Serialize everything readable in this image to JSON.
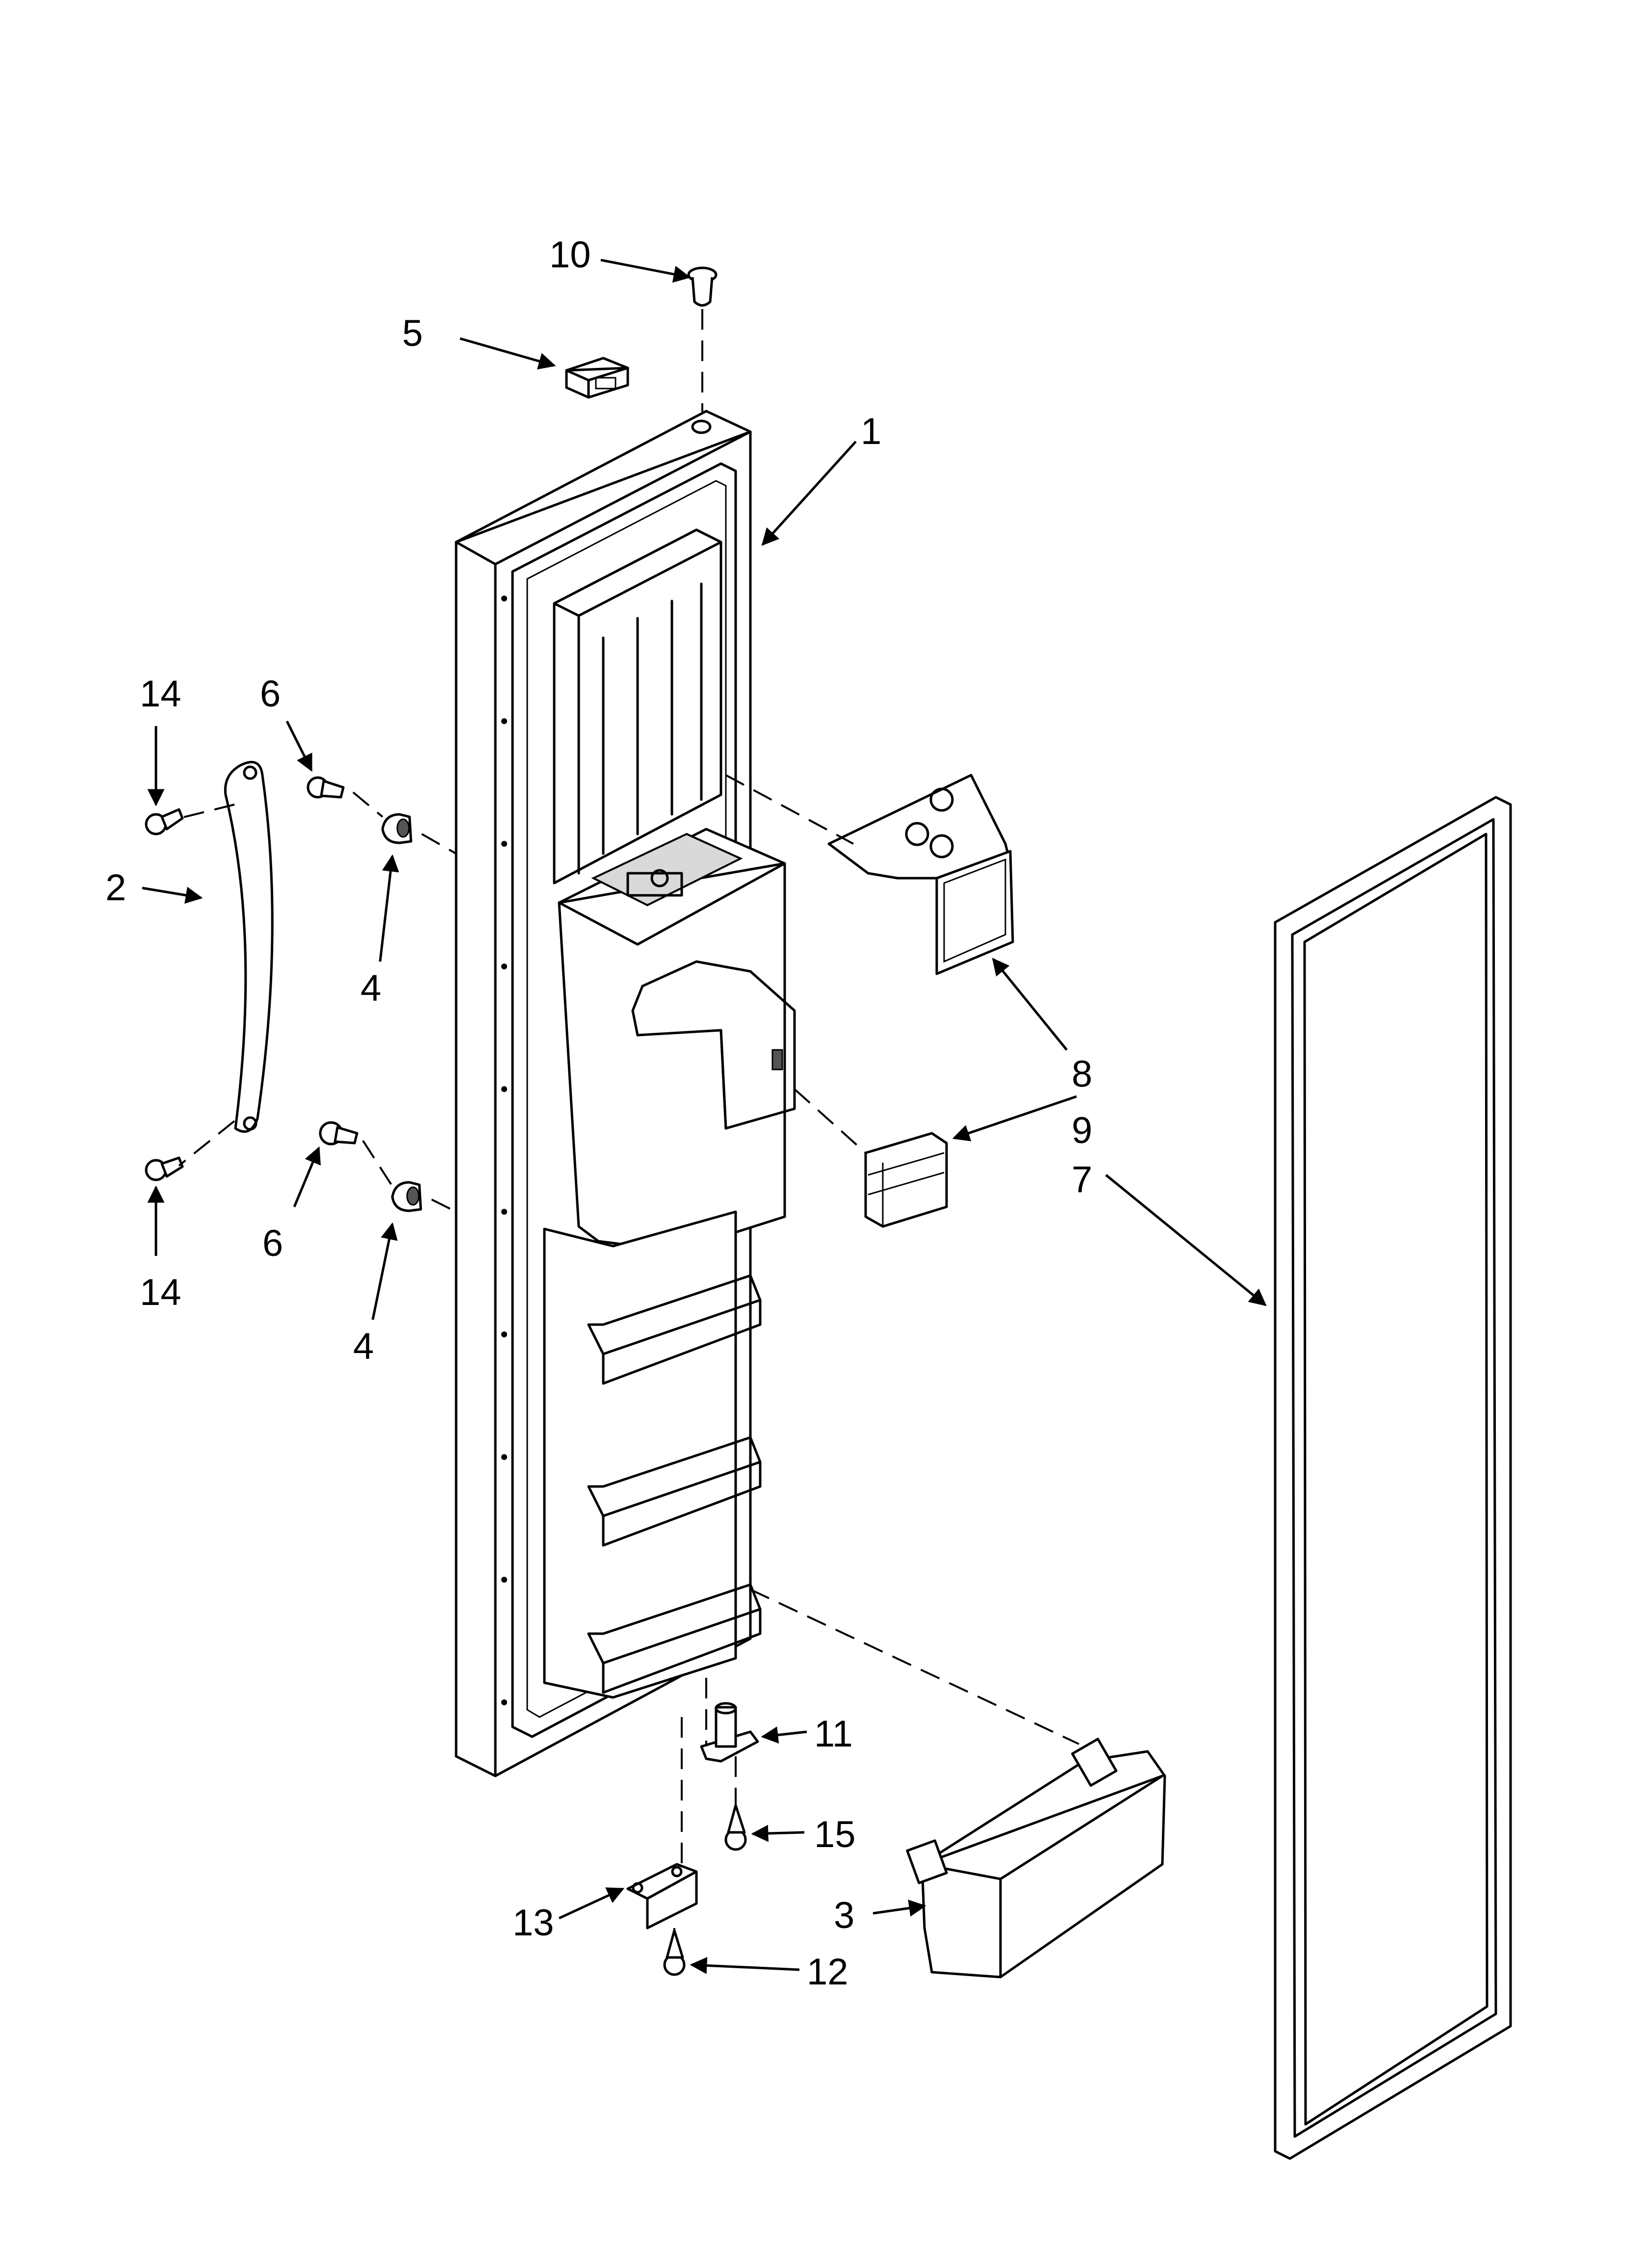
{
  "callouts": [
    {
      "id": "c1",
      "label": "1"
    },
    {
      "id": "c2",
      "label": "2"
    },
    {
      "id": "c3",
      "label": "3"
    },
    {
      "id": "c4a",
      "label": "4"
    },
    {
      "id": "c4b",
      "label": "4"
    },
    {
      "id": "c5",
      "label": "5"
    },
    {
      "id": "c6a",
      "label": "6"
    },
    {
      "id": "c6b",
      "label": "6"
    },
    {
      "id": "c7",
      "label": "7"
    },
    {
      "id": "c8",
      "label": "8"
    },
    {
      "id": "c9",
      "label": "9"
    },
    {
      "id": "c10",
      "label": "10"
    },
    {
      "id": "c11",
      "label": "11"
    },
    {
      "id": "c12",
      "label": "12"
    },
    {
      "id": "c13",
      "label": "13"
    },
    {
      "id": "c14a",
      "label": "14"
    },
    {
      "id": "c14b",
      "label": "14"
    },
    {
      "id": "c15",
      "label": "15"
    }
  ]
}
